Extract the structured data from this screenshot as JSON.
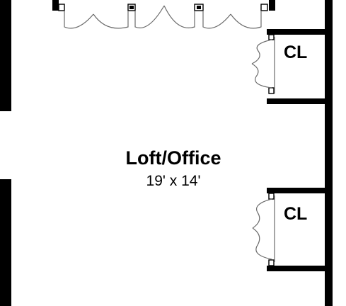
{
  "room": {
    "name": "Loft/Office",
    "dimensions": "19' x 14'"
  },
  "closets": [
    {
      "label": "CL"
    },
    {
      "label": "CL"
    }
  ],
  "colors": {
    "wall": "#000000",
    "door_swing": "#6b6b6b",
    "background": "#ffffff"
  }
}
